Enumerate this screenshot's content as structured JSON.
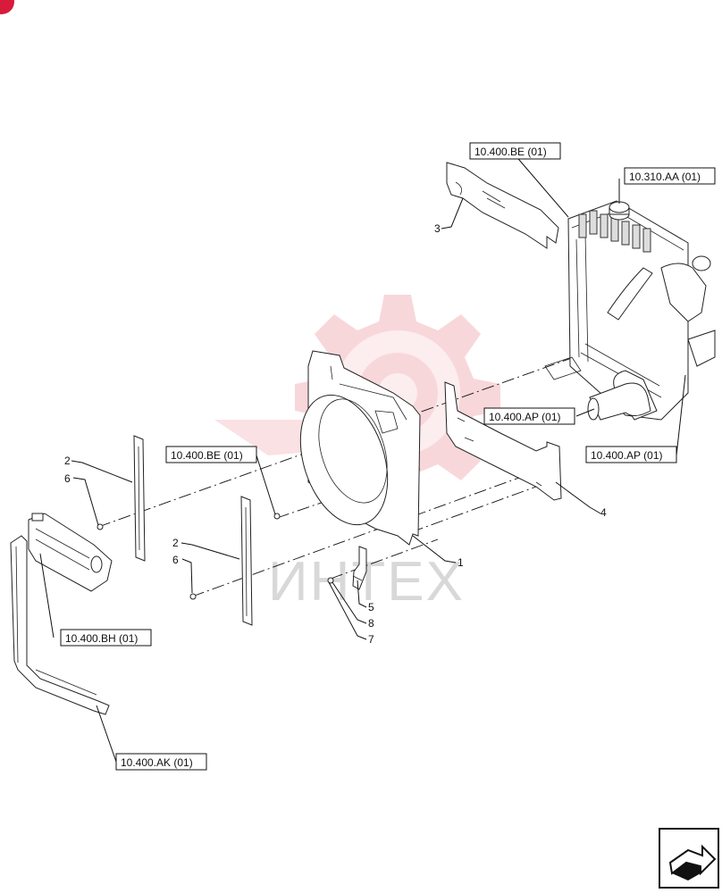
{
  "watermark": {
    "text": "ИНТЕХ",
    "gear_color": "#f2c4c8",
    "text_color": "#d8d8d8"
  },
  "corner_badge": {
    "color": "#d81b3b"
  },
  "references": {
    "ref_top_radiator": "10.400.BE (01)",
    "ref_cap": "10.310.AA (01)",
    "ref_fan_shroud": "10.400.BE (01)",
    "ref_hose_lower": "10.400.AP (01)",
    "ref_hose_right": "10.400.AP (01)",
    "ref_reservoir": "10.400.BH (01)",
    "ref_pipe": "10.400.AK (01)"
  },
  "callouts": {
    "c1": "1",
    "c2a": "2",
    "c2b": "2",
    "c3": "3",
    "c4": "4",
    "c5": "5",
    "c6a": "6",
    "c6b": "6",
    "c7": "7",
    "c8": "8"
  },
  "nav_icon": "next-page-arrow-icon"
}
